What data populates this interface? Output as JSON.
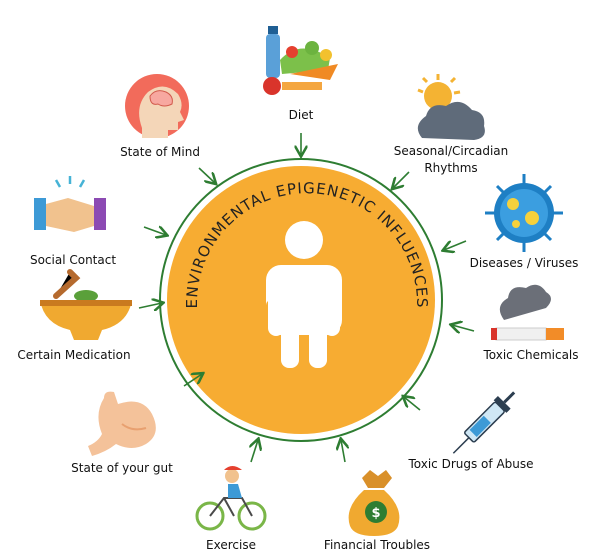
{
  "center": {
    "title": "ENVIRONMENTAL EPIGENETIC INFLUENCES",
    "circle_color": "#f7ac32",
    "ring_color": "#2e7d32"
  },
  "factors": [
    {
      "key": "diet",
      "label": "Diet",
      "icon": "food-icon"
    },
    {
      "key": "seasonal",
      "label": "Seasonal/Circadian Rhythms",
      "icon": "sun-cloud-icon"
    },
    {
      "key": "diseases",
      "label": "Diseases / Viruses",
      "icon": "virus-icon"
    },
    {
      "key": "toxic-chemicals",
      "label": "Toxic Chemicals",
      "icon": "smoking-cigarette-icon"
    },
    {
      "key": "toxic-drugs",
      "label": "Toxic Drugs of Abuse",
      "icon": "syringe-icon"
    },
    {
      "key": "financial",
      "label": "Financial Troubles",
      "icon": "money-bag-icon"
    },
    {
      "key": "exercise",
      "label": "Exercise",
      "icon": "cyclist-icon"
    },
    {
      "key": "gut",
      "label": "State of your gut",
      "icon": "stomach-icon"
    },
    {
      "key": "medication",
      "label": "Certain Medication",
      "icon": "mortar-pestle-icon"
    },
    {
      "key": "social",
      "label": "Social Contact",
      "icon": "handshake-icon"
    },
    {
      "key": "mind",
      "label": "State of Mind",
      "icon": "brain-head-icon"
    }
  ]
}
